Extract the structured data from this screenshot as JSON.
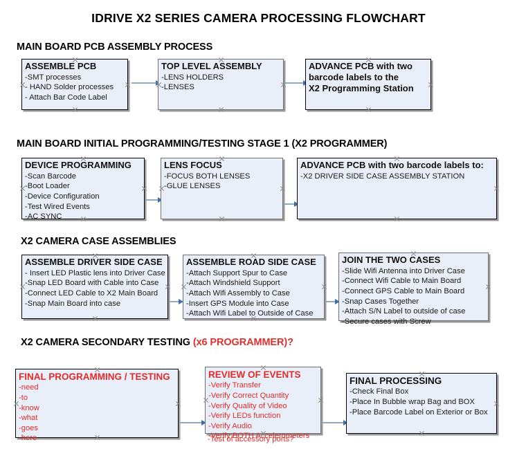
{
  "document": {
    "title": "IDRIVE X2  SERIES CAMERA PROCESSING FLOWCHART",
    "accent_color": "#e02b2b",
    "box_fill": "#e9eff8",
    "connector_color": "#8fa9c4",
    "arrow_color": "#3f6fa8"
  },
  "sections": [
    {
      "id": "main-board-pcb-assembly",
      "header": "MAIN BOARD PCB ASSEMBLY PROCESS",
      "header_accent": "",
      "boxes": [
        {
          "id": "assemble-pcb",
          "title": "ASSEMBLE PCB",
          "lines": [
            "-SMT processes",
            "- HAND Solder processes",
            "- Attach Bar Code Label"
          ]
        },
        {
          "id": "top-level-assembly",
          "title": "TOP LEVEL ASSEMBLY",
          "lines": [
            "-LENS HOLDERS",
            "-LENSES"
          ]
        },
        {
          "id": "advance-pcb-x2-programming-station",
          "title": "ADVANCE PCB with two barcode labels to the  X2 Programming Station",
          "title_lines": [
            "ADVANCE PCB with two",
            "barcode labels to the",
            " X2 Programming Station"
          ],
          "lines": []
        }
      ]
    },
    {
      "id": "main-board-initial-programming",
      "header": "MAIN BOARD INITIAL PROGRAMMING/TESTING STAGE 1 (X2 PROGRAMMER)",
      "header_accent": "",
      "boxes": [
        {
          "id": "device-programming",
          "title": "DEVICE PROGRAMMING",
          "lines": [
            "-Scan Barcode",
            "-Boot Loader",
            "-Device Configuration",
            "-Test Wired Events",
            "-AC SYNC"
          ]
        },
        {
          "id": "lens-focus",
          "title": "LENS FOCUS",
          "lines": [
            "-FOCUS BOTH LENSES",
            "-GLUE LENSES"
          ]
        },
        {
          "id": "advance-pcb-driver-side-case",
          "title": "ADVANCE PCB with two barcode labels to:",
          "lines": [
            "-X2 DRIVER  SIDE  CASE  ASSEMBLY STATION"
          ]
        }
      ]
    },
    {
      "id": "x2-camera-case-assemblies",
      "header": "X2 CAMERA CASE ASSEMBLIES",
      "header_accent": "",
      "boxes": [
        {
          "id": "assemble-driver-side-case",
          "title": "ASSEMBLE DRIVER SIDE CASE",
          "lines": [
            "- Insert LED Plastic lens into Driver Case",
            "-Snap LED Board with Cable into Case",
            "-Connect LED Cable to X2 Main Board",
            "-Snap Main Board into case"
          ]
        },
        {
          "id": "assemble-road-side-case",
          "title": "ASSEMBLE ROAD SIDE CASE",
          "lines": [
            "-Attach Support Spur to Case",
            "-Attach Windshield Support",
            "-Attach Wifi Assembly to Case",
            "-Insert GPS Module into Case",
            "-Attach Wifi Label to Outside of Case"
          ]
        },
        {
          "id": "join-the-two-cases",
          "title": "JOIN THE TWO CASES",
          "lines": [
            "-Slide Wifi Antenna into Driver Case",
            "-Connect Wifi Cable to Main Board",
            "-Connect GPS Cable to Main Board",
            "-Snap Cases Together",
            "-Attach S/N Label to outside of case",
            "-Secure cases with Screw"
          ]
        }
      ]
    },
    {
      "id": "x2-camera-secondary-testing",
      "header": "X2 CAMERA SECONDARY TESTING ",
      "header_accent": "(x6 PROGRAMMER)?",
      "boxes": [
        {
          "id": "final-programming-testing",
          "title": "FINAL PROGRAMMING / TESTING",
          "lines": [
            "-need",
            "-to",
            "-know",
            "-what",
            "-goes",
            "-here"
          ]
        },
        {
          "id": "review-of-events",
          "title": "REVIEW OF EVENTS",
          "lines": [
            "-Verify Transfer",
            "-Verify Correct Quantity",
            "-Verify Quality of Video",
            "-Verify LEDs function",
            "-Verify Audio",
            "-Verify BOTH Accelerometers"
          ],
          "overflow_line": "-Test of accessory ports?"
        },
        {
          "id": "final-processing",
          "title": "FINAL PROCESSING",
          "lines": [
            " -Check Final Box",
            "-Place In Bubble wrap Bag and BOX",
            "-Place Barcode Label on Exterior or Box"
          ]
        }
      ]
    }
  ]
}
